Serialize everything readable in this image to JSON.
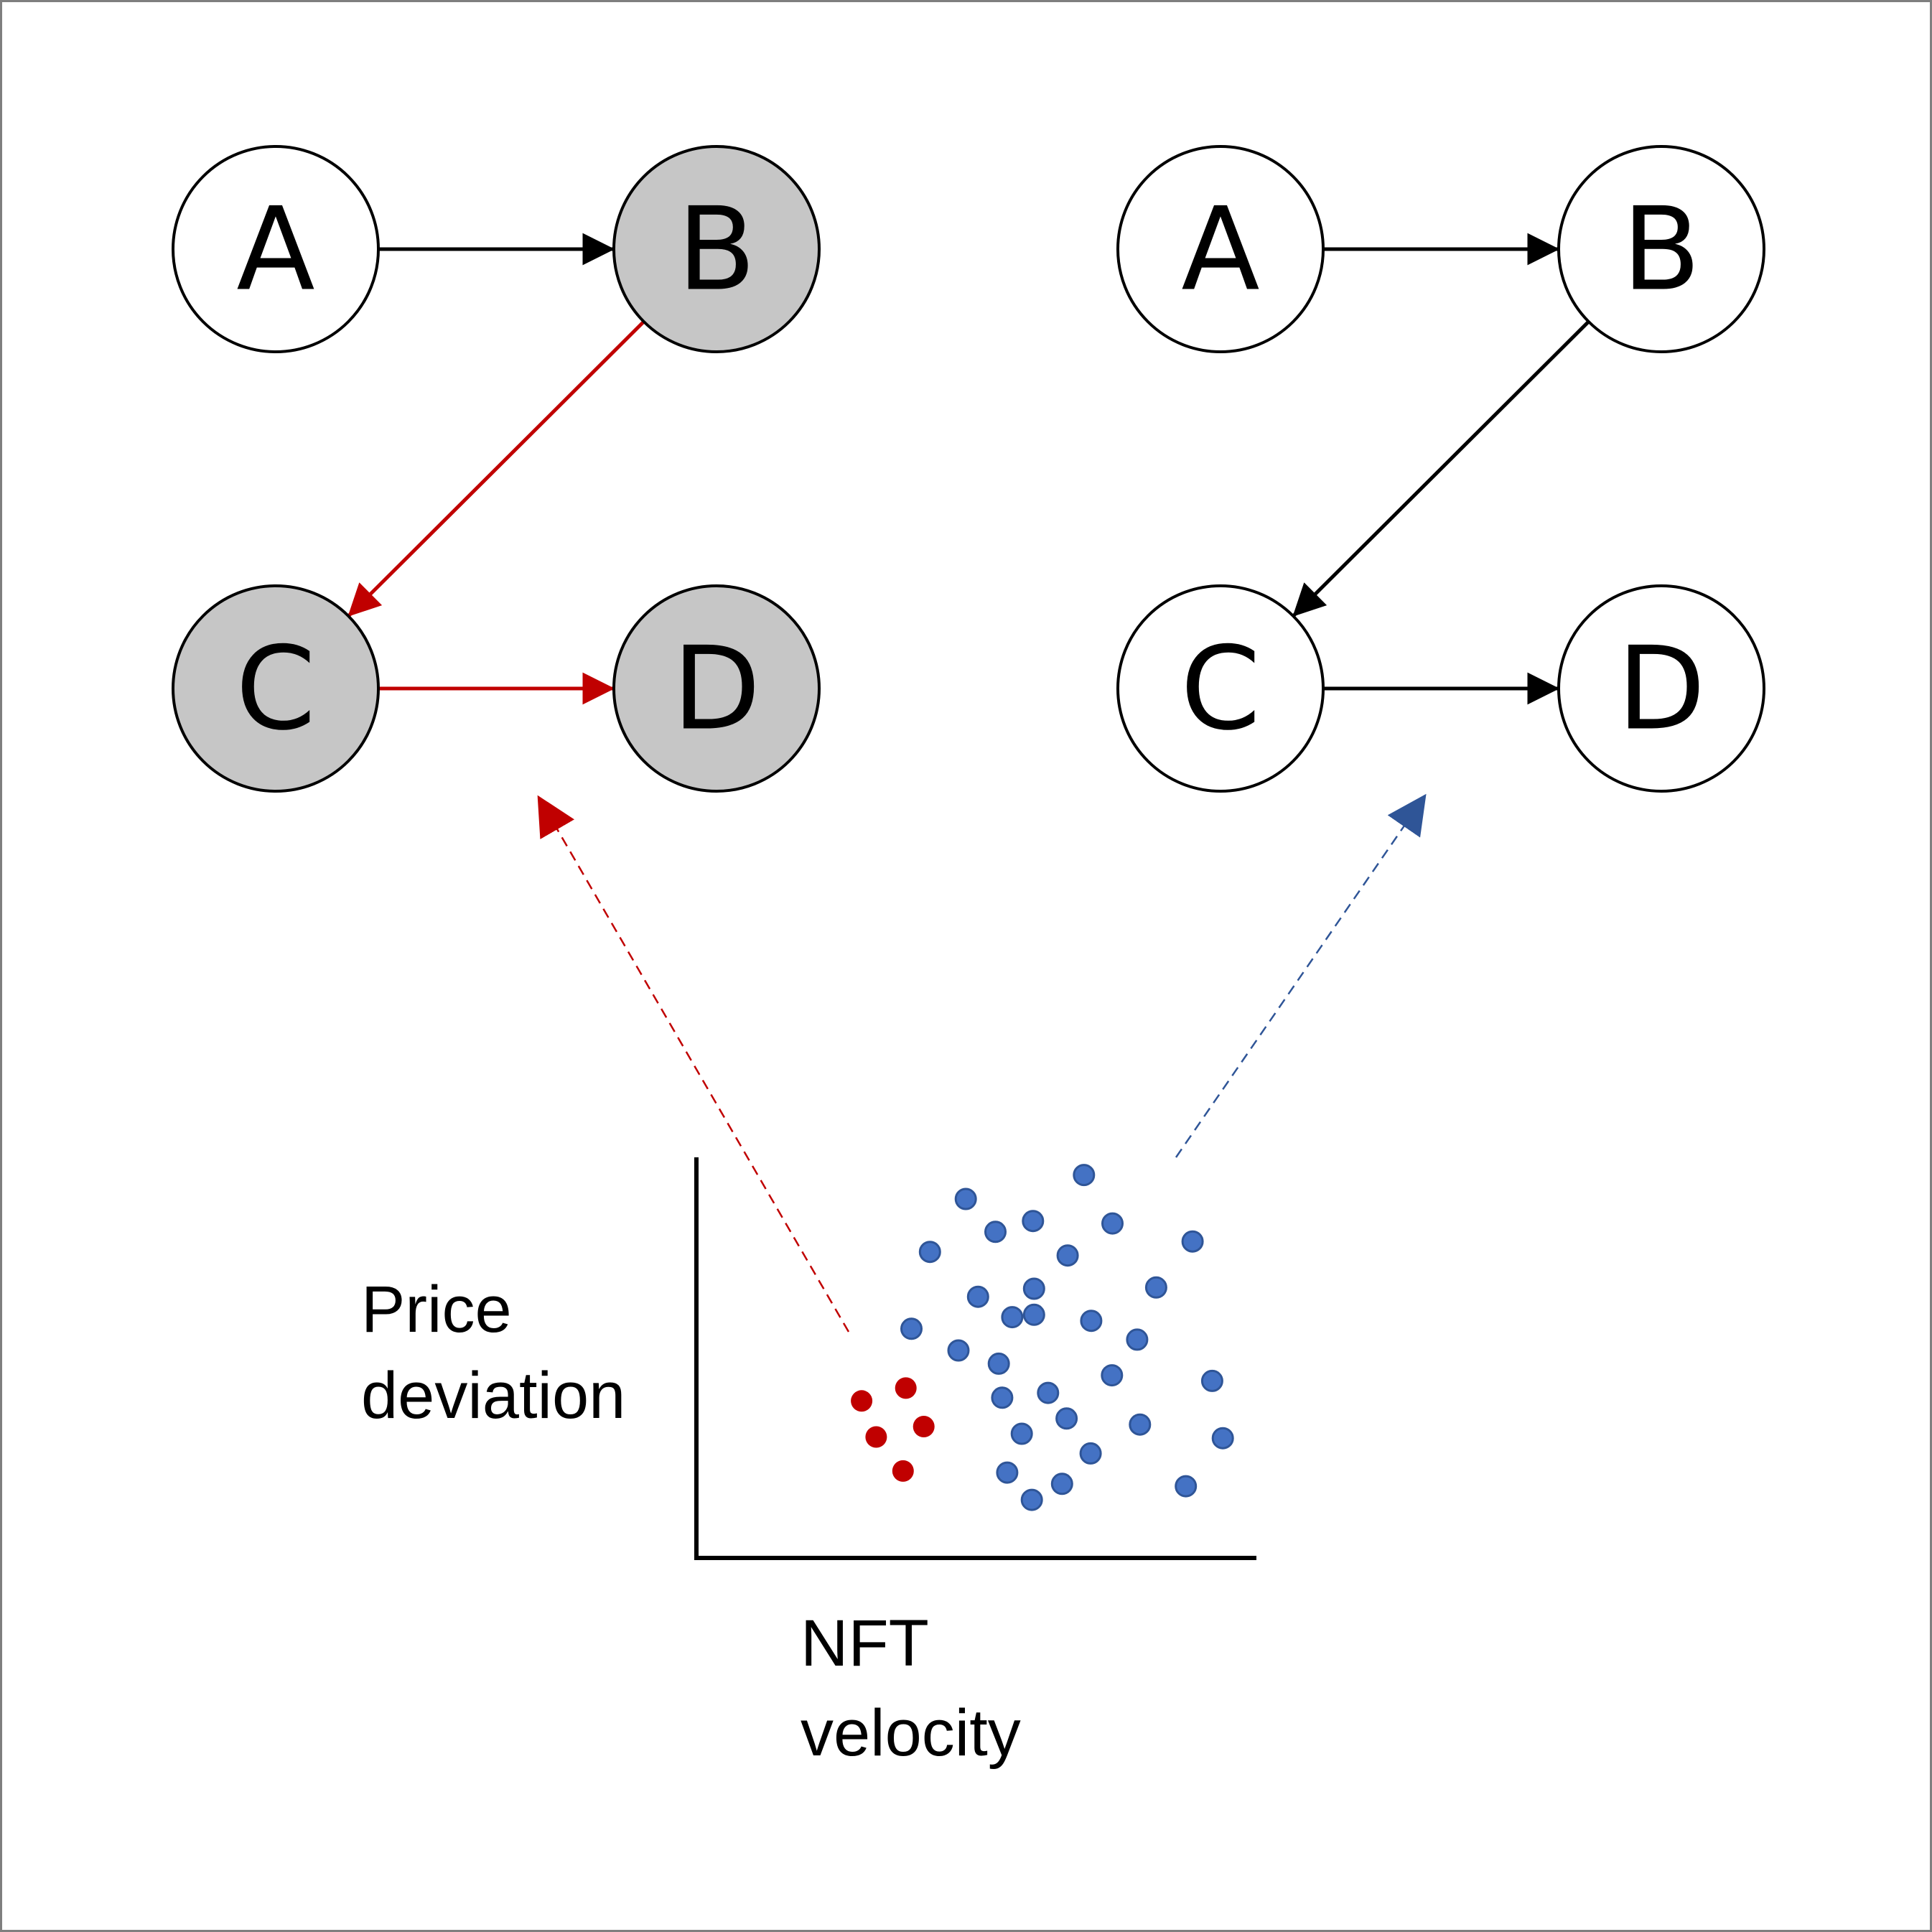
{
  "colors": {
    "highlight_fill": "#c6c6c6",
    "plain_fill": "#ffffff",
    "edge": "#000000",
    "highlight_edge": "#c00000",
    "anomaly_points": "#c00000",
    "normal_points": "#4472c4",
    "normal_points_stroke": "#2f5597",
    "normal_link": "#2f5597"
  },
  "graphs": [
    {
      "id": "left",
      "highlighted": true,
      "nodes": [
        {
          "id": "A",
          "label": "A",
          "highlighted": false
        },
        {
          "id": "B",
          "label": "B",
          "highlighted": true
        },
        {
          "id": "C",
          "label": "C",
          "highlighted": true
        },
        {
          "id": "D",
          "label": "D",
          "highlighted": true
        }
      ],
      "edges": [
        {
          "from": "A",
          "to": "B",
          "highlighted": false
        },
        {
          "from": "B",
          "to": "C",
          "highlighted": true
        },
        {
          "from": "C",
          "to": "D",
          "highlighted": true
        }
      ]
    },
    {
      "id": "right",
      "highlighted": false,
      "nodes": [
        {
          "id": "A",
          "label": "A",
          "highlighted": false
        },
        {
          "id": "B",
          "label": "B",
          "highlighted": false
        },
        {
          "id": "C",
          "label": "C",
          "highlighted": false
        },
        {
          "id": "D",
          "label": "D",
          "highlighted": false
        }
      ],
      "edges": [
        {
          "from": "A",
          "to": "B",
          "highlighted": false
        },
        {
          "from": "B",
          "to": "C",
          "highlighted": false
        },
        {
          "from": "C",
          "to": "D",
          "highlighted": false
        }
      ]
    }
  ],
  "scatter": {
    "ylabel_lines": [
      "Price",
      "deviation"
    ],
    "xlabel_lines": [
      "NFT",
      "velocity"
    ]
  },
  "chart_data": {
    "type": "scatter",
    "title": "",
    "xlabel": "NFT velocity",
    "ylabel": "Price deviation",
    "grid": false,
    "xlim": [
      0,
      100
    ],
    "ylim": [
      0,
      100
    ],
    "series": [
      {
        "color": "#c00000",
        "points": [
          [
            29.5,
            39.2
          ],
          [
            37.4,
            42.4
          ],
          [
            32.1,
            30.2
          ],
          [
            40.6,
            32.8
          ],
          [
            36.9,
            21.7
          ]
        ]
      },
      {
        "color": "#4472c4",
        "points": [
          [
            48.1,
            89.6
          ],
          [
            53.4,
            81.4
          ],
          [
            60.1,
            84.1
          ],
          [
            69.2,
            95.6
          ],
          [
            74.3,
            83.5
          ],
          [
            88.6,
            79.0
          ],
          [
            41.7,
            76.4
          ],
          [
            66.3,
            75.5
          ],
          [
            50.3,
            65.2
          ],
          [
            60.3,
            67.2
          ],
          [
            82.1,
            67.5
          ],
          [
            38.4,
            57.2
          ],
          [
            56.4,
            60.1
          ],
          [
            60.3,
            60.7
          ],
          [
            70.5,
            59.2
          ],
          [
            78.7,
            54.5
          ],
          [
            46.8,
            51.8
          ],
          [
            54.0,
            48.5
          ],
          [
            74.2,
            45.6
          ],
          [
            92.1,
            44.2
          ],
          [
            54.6,
            40.0
          ],
          [
            62.8,
            41.2
          ],
          [
            66.1,
            34.8
          ],
          [
            79.2,
            33.3
          ],
          [
            58.1,
            31.0
          ],
          [
            70.4,
            26.1
          ],
          [
            94.0,
            29.9
          ],
          [
            55.5,
            21.3
          ],
          [
            65.3,
            18.5
          ],
          [
            59.9,
            14.5
          ],
          [
            87.4,
            17.9
          ]
        ]
      }
    ]
  }
}
